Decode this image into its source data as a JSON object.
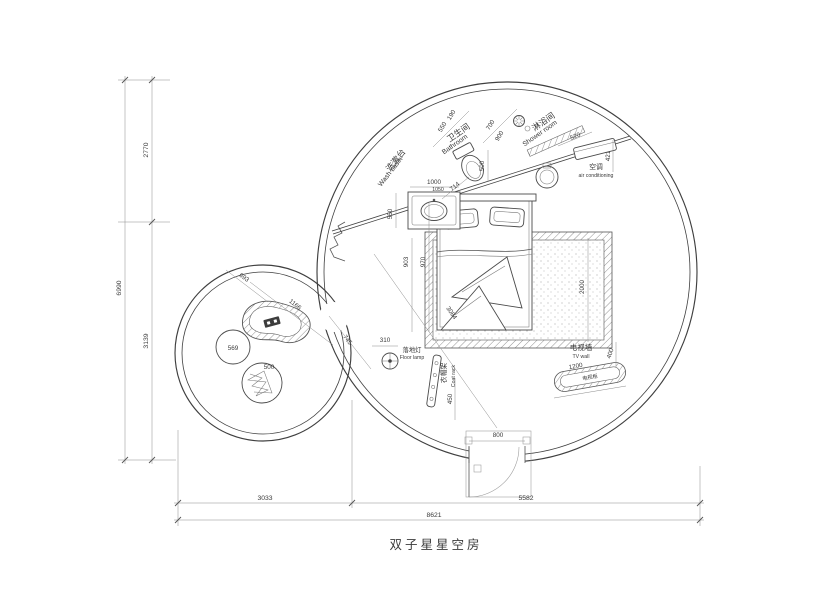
{
  "title": "双子星星空房",
  "frame_dims": {
    "height_total": "6990",
    "height_upper": "2770",
    "height_lower": "3139",
    "width_left": "3033",
    "width_right": "5582",
    "width_total": "8621"
  },
  "labels": {
    "bathroom_zh": "卫生间",
    "bathroom_en": "Bathroom",
    "shower_zh": "淋浴间",
    "shower_en": "Shower room",
    "washbasin_zh": "洗漱台",
    "washbasin_en": "Wash basin",
    "ac_zh": "空调",
    "ac_en": "air conditioning",
    "floorlamp_zh": "落地灯",
    "floorlamp_en": "Floor lamp",
    "coatrack_zh": "衣帽架",
    "coatrack_en": "Coat rack",
    "tvwall_zh": "电视墙",
    "tvwall_en": "TV wall",
    "tvcabinet_zh": "电视柜"
  },
  "measures": {
    "top_190": "190",
    "top_550": "550",
    "top_700": "700",
    "top_900": "900",
    "shower_520": "520",
    "right_421": "421",
    "toilet_500": "500",
    "diag_714": "714",
    "vanity_1000": "1000",
    "vanity_1050": "1050",
    "left_550": "550",
    "bed_903": "903",
    "bed_970": "970",
    "rug_2000": "2000",
    "diag_3084": "3084",
    "small_693": "693",
    "small_1166": "1166",
    "table_569": "569",
    "pouf_500": "500",
    "pass_745": "745",
    "lamp_310": "310",
    "rack_450": "450",
    "tv_1200": "1200",
    "tv_400": "400",
    "door_800": "800"
  },
  "colors": {
    "line": "#4a4a4a",
    "dim": "#8a8a8a",
    "text": "#3a3a3a",
    "background": "#ffffff"
  }
}
